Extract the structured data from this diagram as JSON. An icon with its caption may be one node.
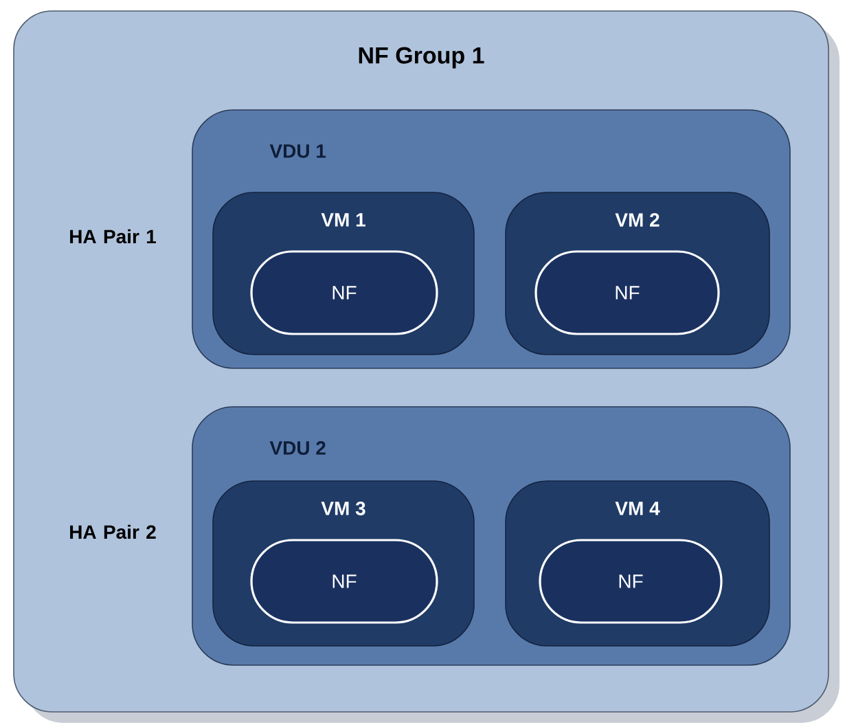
{
  "diagram": {
    "nodes": [
      {
        "text": [
          "NF Group 1"
        ]
      },
      {
        "text": [
          "VDU 1"
        ],
        "in": 0
      },
      {
        "text": [
          "VM 1"
        ],
        "in": 1
      },
      {
        "text": [
          "NF"
        ],
        "in": 2
      },
      {
        "text": [
          "VM 2"
        ],
        "in": 1
      },
      {
        "text": [
          "NF"
        ],
        "in": 4
      },
      {
        "text": [
          "VDU 2"
        ],
        "in": 0
      },
      {
        "text": [
          "VM 3"
        ],
        "in": 6
      },
      {
        "text": [
          "NF"
        ],
        "in": 7
      },
      {
        "text": [
          "VM 4"
        ],
        "in": 6
      },
      {
        "text": [
          "NF"
        ],
        "in": 9
      }
    ],
    "labels": [
      "HA Pair 1",
      "HA Pair 2"
    ]
  }
}
